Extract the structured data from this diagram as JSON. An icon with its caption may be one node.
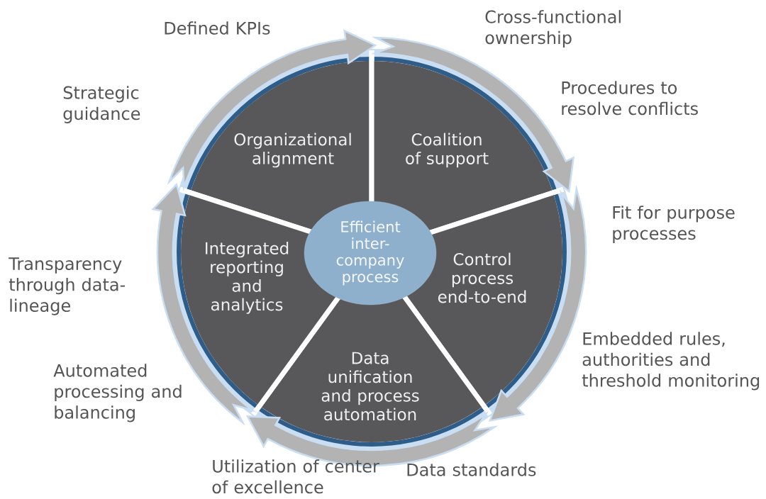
{
  "diagram": {
    "nodes": [
      {
        "text": [
          "Organizational alignment"
        ]
      },
      {
        "text": [
          "Coalition of support"
        ]
      },
      {
        "text": [
          "Control process end-to-end"
        ]
      },
      {
        "text": [
          "Data unification and process automation"
        ]
      },
      {
        "text": [
          "Integrated reporting and analytics"
        ]
      },
      {
        "text": [
          "Efficient inter-company process"
        ]
      }
    ],
    "edges": [
      {
        "from": 0,
        "to": 1,
        "arrow": "to"
      },
      {
        "from": 1,
        "to": 2,
        "arrow": "to"
      },
      {
        "from": 2,
        "to": 3,
        "arrow": "to"
      },
      {
        "from": 3,
        "to": 4,
        "arrow": "to"
      },
      {
        "from": 4,
        "to": 0,
        "arrow": "to"
      }
    ],
    "labels": [
      "Defined KPIs",
      "Cross-functional ownership",
      "Strategic guidance",
      "Procedures to resolve conflicts",
      "Fit for purpose processes",
      "Transparency through data-lineage",
      "Embedded rules, authorities and threshold monitoring",
      "Automated processing and balancing",
      "Utilization of center of excellence",
      "Data standards"
    ]
  }
}
